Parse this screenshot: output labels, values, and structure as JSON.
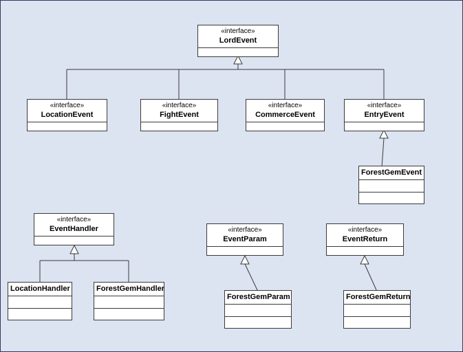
{
  "diagram": {
    "type": "uml-class-diagram",
    "colors": {
      "background": "#dce3f1",
      "node_fill": "#ffffff",
      "border": "#3a3a3a",
      "line": "#3a3a3a",
      "frame": "#2e3c5c"
    }
  },
  "nodes": [
    {
      "stereotype": "«interface»",
      "name": "LordEvent",
      "kind": "interface"
    },
    {
      "stereotype": "«interface»",
      "name": "LocationEvent",
      "kind": "interface"
    },
    {
      "stereotype": "«interface»",
      "name": "FightEvent",
      "kind": "interface"
    },
    {
      "stereotype": "«interface»",
      "name": "CommerceEvent",
      "kind": "interface"
    },
    {
      "stereotype": "«interface»",
      "name": "EntryEvent",
      "kind": "interface"
    },
    {
      "name": "ForestGemEvent",
      "kind": "class"
    },
    {
      "stereotype": "«interface»",
      "name": "EventHandler",
      "kind": "interface"
    },
    {
      "name": "LocationHandler",
      "kind": "class"
    },
    {
      "name": "ForestGemHandler",
      "kind": "class"
    },
    {
      "stereotype": "«interface»",
      "name": "EventParam",
      "kind": "interface"
    },
    {
      "name": "ForestGemParam",
      "kind": "class"
    },
    {
      "stereotype": "«interface»",
      "name": "EventReturn",
      "kind": "interface"
    },
    {
      "name": "ForestGemReturn",
      "kind": "class"
    }
  ],
  "relations": [
    {
      "type": "generalization",
      "from": "LocationEvent",
      "to": "LordEvent"
    },
    {
      "type": "generalization",
      "from": "FightEvent",
      "to": "LordEvent"
    },
    {
      "type": "generalization",
      "from": "CommerceEvent",
      "to": "LordEvent"
    },
    {
      "type": "generalization",
      "from": "EntryEvent",
      "to": "LordEvent"
    },
    {
      "type": "generalization",
      "from": "ForestGemEvent",
      "to": "EntryEvent"
    },
    {
      "type": "generalization",
      "from": "LocationHandler",
      "to": "EventHandler"
    },
    {
      "type": "generalization",
      "from": "ForestGemHandler",
      "to": "EventHandler"
    },
    {
      "type": "generalization",
      "from": "ForestGemParam",
      "to": "EventParam"
    },
    {
      "type": "generalization",
      "from": "ForestGemReturn",
      "to": "EventReturn"
    }
  ]
}
